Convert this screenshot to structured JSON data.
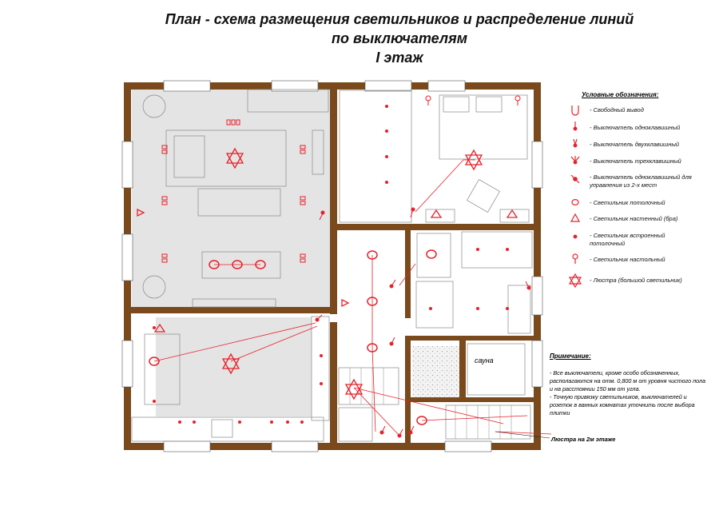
{
  "title": {
    "line1": "План - схема размещения светильников и распределение линий",
    "line2": "по выключателям",
    "line3": "I этаж"
  },
  "legend": {
    "heading": "Условные обозначения:",
    "items": [
      {
        "label": "- Свободный вывод",
        "icon": "free-outlet-icon"
      },
      {
        "label": "- Выключатель одноклавишный",
        "icon": "single-switch-icon"
      },
      {
        "label": "- Выключатель двухклавишный",
        "icon": "double-switch-icon"
      },
      {
        "label": "- Выключатель трехклавишный",
        "icon": "triple-switch-icon"
      },
      {
        "label": "- Выключатель одноклавишный для управления из 2-х мест",
        "icon": "two-way-switch-icon"
      },
      {
        "label": "- Светильник потолочный",
        "icon": "ceiling-light-icon"
      },
      {
        "label": "- Светильник настенный (бра)",
        "icon": "wall-light-icon"
      },
      {
        "label": "- Светильник встроенный потолочный",
        "icon": "recessed-light-icon"
      },
      {
        "label": "- Светильник настольный",
        "icon": "table-lamp-icon"
      },
      {
        "label": "- Люстра (большой светильник)",
        "icon": "chandelier-icon"
      }
    ]
  },
  "notes": {
    "heading": "Примечание:",
    "line1": "- Все выключатели, кроме особо обозначенных, располагаются на отм. 0,800 м от уровня чистого пола и на расстоянии 150 мм от угла.",
    "line2": "- Точную привязку светильников, выключателей и розеток в ванных комнатах уточнить после выбора плитки"
  },
  "labels": {
    "sauna": "сауна",
    "chandelier_callout": "Люстра на 2м этаже"
  },
  "colors": {
    "wall": "#7a4a1c",
    "symbol": "#e8202a",
    "floor": "#e4e4e4"
  }
}
